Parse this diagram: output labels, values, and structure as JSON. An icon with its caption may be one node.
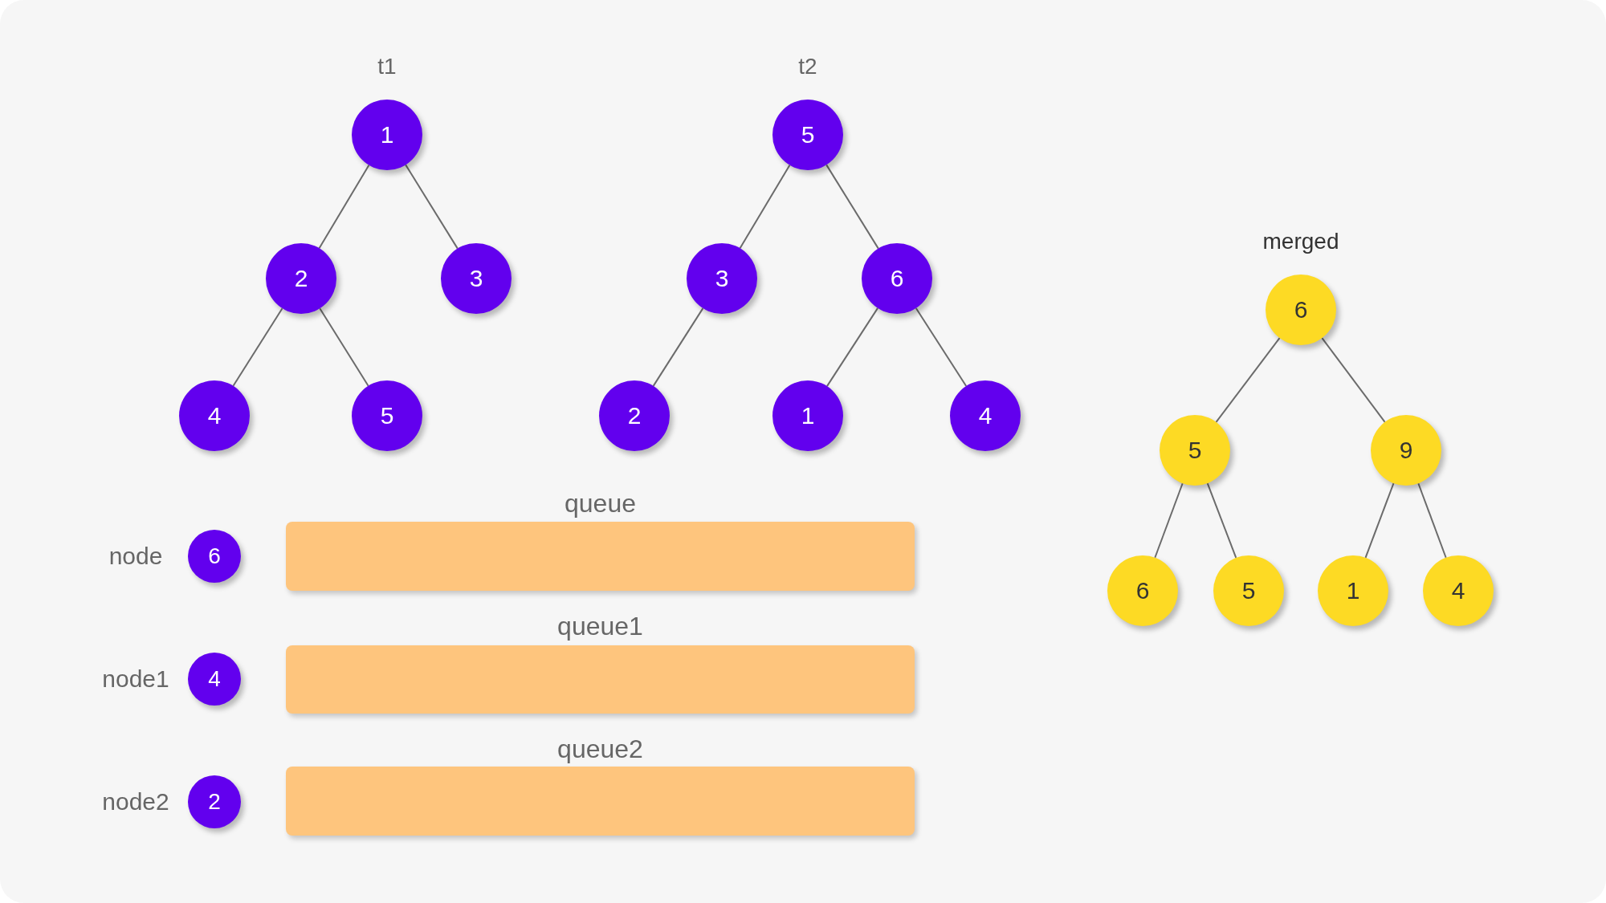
{
  "diagram": {
    "nodes": [
      {
        "text": [
          "1"
        ]
      },
      {
        "text": [
          "2"
        ]
      },
      {
        "text": [
          "3"
        ]
      },
      {
        "text": [
          "4"
        ]
      },
      {
        "text": [
          "5"
        ]
      },
      {
        "text": [
          "5"
        ]
      },
      {
        "text": [
          "3"
        ]
      },
      {
        "text": [
          "6"
        ]
      },
      {
        "text": [
          "2"
        ]
      },
      {
        "text": [
          "1"
        ]
      },
      {
        "text": [
          "4"
        ]
      },
      {
        "text": [
          "6"
        ]
      },
      {
        "text": [
          "5"
        ]
      },
      {
        "text": [
          "9"
        ]
      },
      {
        "text": [
          "6"
        ]
      },
      {
        "text": [
          "5"
        ]
      },
      {
        "text": [
          "1"
        ]
      },
      {
        "text": [
          "4"
        ]
      },
      {
        "text": [
          "6"
        ],
        "beside": [
          "node"
        ]
      },
      {
        "text": [
          "queue"
        ]
      },
      {
        "text": [
          "4"
        ],
        "beside": [
          "node1"
        ]
      },
      {
        "text": [
          "queue1"
        ]
      },
      {
        "text": [
          "2"
        ],
        "beside": [
          "node2"
        ]
      },
      {
        "text": [
          "queue2"
        ]
      }
    ],
    "edges": [
      {
        "from": 0,
        "to": 1,
        "arrow": "none"
      },
      {
        "from": 0,
        "to": 2,
        "arrow": "none"
      },
      {
        "from": 1,
        "to": 3,
        "arrow": "none"
      },
      {
        "from": 1,
        "to": 4,
        "arrow": "none"
      },
      {
        "from": 5,
        "to": 6,
        "arrow": "none"
      },
      {
        "from": 5,
        "to": 7,
        "arrow": "none"
      },
      {
        "from": 6,
        "to": 8,
        "arrow": "none"
      },
      {
        "from": 7,
        "to": 9,
        "arrow": "none"
      },
      {
        "from": 7,
        "to": 10,
        "arrow": "none"
      },
      {
        "from": 11,
        "to": 12,
        "arrow": "none"
      },
      {
        "from": 11,
        "to": 13,
        "arrow": "none"
      },
      {
        "from": 12,
        "to": 14,
        "arrow": "none"
      },
      {
        "from": 12,
        "to": 15,
        "arrow": "none"
      },
      {
        "from": 13,
        "to": 16,
        "arrow": "none"
      },
      {
        "from": 13,
        "to": 17,
        "arrow": "none"
      }
    ],
    "labels": [
      "t1",
      "t2",
      "merged"
    ]
  }
}
